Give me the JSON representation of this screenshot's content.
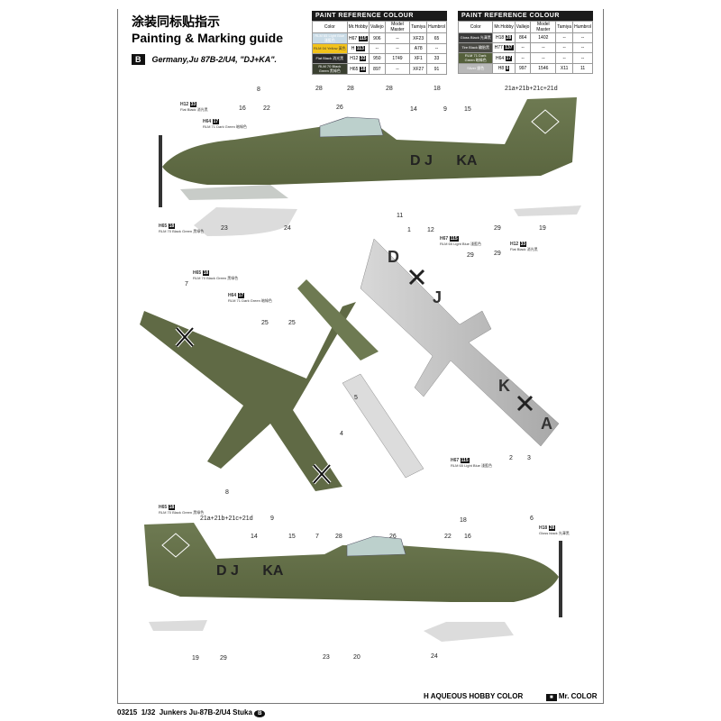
{
  "header": {
    "title_cn": "涂装同标贴指示",
    "title": "Painting & Marking guide",
    "variant_badge": "B",
    "variant": "Germany,Ju 87B-2/U4, \"DJ+KA\"."
  },
  "tables": [
    {
      "title": "PAINT  REFERENCE COLOUR",
      "columns": [
        "Color",
        "Mr.Hobby",
        "Vallejo",
        "Model Master",
        "Tamiya",
        "Humbrol"
      ],
      "rows": [
        {
          "color": "RLM 65 Light Blue 淺藍色",
          "swatch": "#c9dbe6",
          "h": "67",
          "c": "115",
          "vallejo": "906",
          "mm": "--",
          "tamiya": "XF23",
          "humbrol": "65"
        },
        {
          "color": "RLM 04 Yellow 黃色",
          "swatch": "#f2c21a",
          "h": "",
          "c": "113",
          "vallejo": "--",
          "mm": "--",
          "tamiya": "A78",
          "humbrol": "--"
        },
        {
          "color": "Flat Black 消光黑",
          "swatch": "#2a2a2a",
          "h": "12",
          "c": "33",
          "vallejo": "950",
          "mm": "1749",
          "tamiya": "XF1",
          "humbrol": "33"
        },
        {
          "color": "RLM 70 Black Green 黑綠色",
          "swatch": "#3a4030",
          "h": "65",
          "c": "18",
          "vallejo": "897",
          "mm": "--",
          "tamiya": "XF27",
          "humbrol": "91"
        }
      ]
    },
    {
      "title": "PAINT  REFERENCE COLOUR",
      "columns": [
        "Color",
        "Mr.Hobby",
        "Vallejo",
        "Model Master",
        "Tamiya",
        "Humbrol"
      ],
      "rows": [
        {
          "color": "Gloss Black 光澤黑",
          "swatch": "#3a3a3a",
          "h": "18",
          "c": "28",
          "vallejo": "864",
          "mm": "1402",
          "tamiya": "--",
          "humbrol": "--"
        },
        {
          "color": "Tire Black 輪胎黑",
          "swatch": "#4a4a45",
          "h": "77",
          "c": "137",
          "vallejo": "--",
          "mm": "--",
          "tamiya": "--",
          "humbrol": "--"
        },
        {
          "color": "RLM 71 Dark Green 暗綠色",
          "swatch": "#55603c",
          "h": "64",
          "c": "17",
          "vallejo": "--",
          "mm": "--",
          "tamiya": "--",
          "humbrol": "--"
        },
        {
          "color": "Silver 銀色",
          "swatch": "#b8b8b8",
          "h": "8",
          "c": "8",
          "vallejo": "997",
          "mm": "1546",
          "tamiya": "X11",
          "humbrol": "11"
        }
      ]
    }
  ],
  "paint_labels": [
    {
      "h": "12",
      "c": "33",
      "name": "Flat Black 消光黑"
    },
    {
      "h": "64",
      "c": "17",
      "name": "RLM 71 Dark Green 暗綠色"
    },
    {
      "h": "65",
      "c": "18",
      "name": "RLM 70 Black Green 黑綠色"
    },
    {
      "h": "67",
      "c": "115",
      "name": "RLM 65 Light Blue 淺藍色"
    },
    {
      "h": "65",
      "c": "18",
      "name": "RLM 70 Black Green 黑綠色"
    },
    {
      "h": "64",
      "c": "17",
      "name": "RLM 71 Dark Green 暗綠色"
    },
    {
      "h": "12",
      "c": "33",
      "name": "Flat Black 消光黑"
    },
    {
      "h": "67",
      "c": "115",
      "name": "RLM 65 Light Blue 淺藍色"
    },
    {
      "h": "65",
      "c": "18",
      "name": "RLM 70 Black Green 黑綠色"
    },
    {
      "h": "18",
      "c": "28",
      "name": "Gloss black 光澤黑"
    }
  ],
  "codes": {
    "top": "D J",
    "top2": "KA",
    "bottom": "D J",
    "bottom2": "KA",
    "under1": "D",
    "under2": "J",
    "under3": "K",
    "under4": "A"
  },
  "callouts": {
    "top": [
      "28",
      "26",
      "28",
      "28",
      "18",
      "14",
      "9",
      "15",
      "21a+21b+21c+21d",
      "8",
      "16",
      "22",
      "23",
      "24",
      "19"
    ],
    "mid": [
      "11",
      "1",
      "12",
      "29",
      "29",
      "7",
      "25",
      "25",
      "8",
      "5",
      "4",
      "2",
      "3",
      "29"
    ],
    "bottom": [
      "21a+21b+21c+21d",
      "9",
      "14",
      "15",
      "7",
      "28",
      "26",
      "18",
      "16",
      "22",
      "6",
      "19",
      "29",
      "23",
      "20",
      "24"
    ]
  },
  "legend": {
    "aqueous": "AQUEOUS HOBBY COLOR",
    "mr": "Mr. COLOR",
    "h": "H"
  },
  "footer": {
    "code": "03215",
    "scale": "1/32",
    "name": "Junkers Ju-87B-2/U4 Stuka",
    "badge": "B"
  }
}
